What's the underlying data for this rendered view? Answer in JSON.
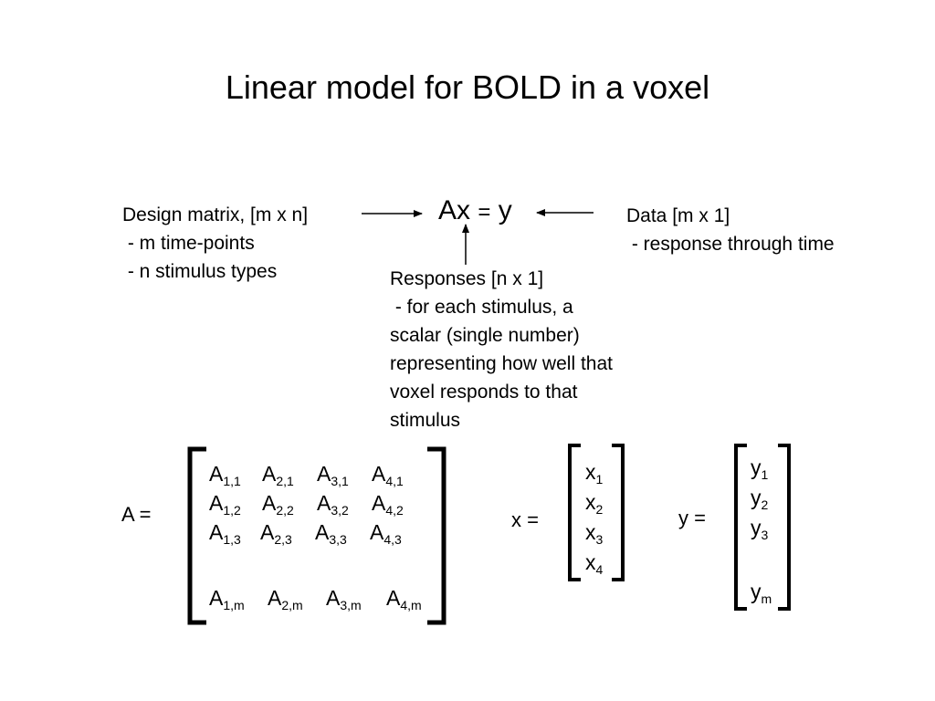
{
  "title": "Linear model for BOLD in a voxel",
  "equation": {
    "lhs": "Ax",
    "op": "=",
    "rhs": "y"
  },
  "design_matrix": {
    "lines": [
      "Design matrix, [m x n]",
      " - m time-points",
      " - n stimulus types"
    ]
  },
  "data_note": {
    "lines": [
      "Data [m x 1]",
      " - response through time"
    ]
  },
  "responses": {
    "lines": [
      "Responses [n x 1]",
      " - for each stimulus, a",
      "scalar (single number)",
      "representing how well that",
      "voxel responds to that",
      "stimulus"
    ]
  },
  "matrix_A": {
    "label": "A =",
    "rows": [
      [
        {
          "b": "A",
          "s": "1,1"
        },
        {
          "b": "A",
          "s": "2,1"
        },
        {
          "b": "A",
          "s": "3,1"
        },
        {
          "b": "A",
          "s": "4,1"
        }
      ],
      [
        {
          "b": "A",
          "s": "1,2"
        },
        {
          "b": "A",
          "s": "2,2"
        },
        {
          "b": "A",
          "s": "3,2"
        },
        {
          "b": "A",
          "s": "4,2"
        }
      ],
      [
        {
          "b": "A",
          "s": "1,3"
        },
        {
          "b": "A",
          "s": "2,3"
        },
        {
          "b": "A",
          "s": "3,3"
        },
        {
          "b": "A",
          "s": "4,3"
        }
      ],
      [
        {
          "b": "A",
          "s": "1,m"
        },
        {
          "b": "A",
          "s": "2,m"
        },
        {
          "b": "A",
          "s": "3,m"
        },
        {
          "b": "A",
          "s": "4,m"
        }
      ]
    ]
  },
  "vector_x": {
    "label": "x =",
    "entries": [
      {
        "b": "x",
        "s": "1"
      },
      {
        "b": "x",
        "s": "2"
      },
      {
        "b": "x",
        "s": "3"
      },
      {
        "b": "x",
        "s": "4"
      }
    ]
  },
  "vector_y": {
    "label": "y =",
    "entries": [
      {
        "b": "y",
        "s": "1"
      },
      {
        "b": "y",
        "s": "2"
      },
      {
        "b": "y",
        "s": "3"
      },
      {
        "b": "y",
        "s": "m"
      }
    ]
  }
}
